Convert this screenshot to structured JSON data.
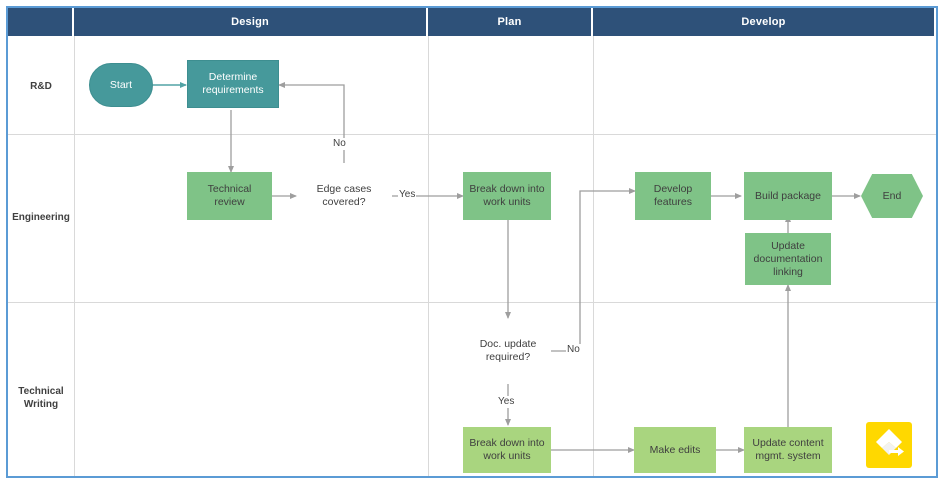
{
  "diagram": {
    "type": "swimlane-flowchart",
    "title": "Documentation workflow swimlane diagram",
    "colors": {
      "frame_border": "#5b9bd5",
      "header_band": "#2e5179",
      "header_text": "#ffffff",
      "lane_line": "#d9d9d9",
      "teal_node": "#46999b",
      "green_node": "#7fc387",
      "light_green_node": "#a9d57f",
      "connector": "#9e9e9e",
      "badge_yellow": "#ffd800"
    }
  },
  "header": {
    "corner_label": "",
    "columns": [
      {
        "label": "Design"
      },
      {
        "label": "Plan"
      },
      {
        "label": "Develop"
      }
    ]
  },
  "lanes": [
    {
      "label": "R&D"
    },
    {
      "label": "Engineering"
    },
    {
      "label": "Technical\nWriting",
      "line1": "Technical",
      "line2": "Writing"
    }
  ],
  "nodes": [
    {
      "id": "start",
      "label": "Start",
      "shape": "rounded",
      "lane": "R&D",
      "column": "Design"
    },
    {
      "id": "determine",
      "label": "Determine requirements",
      "shape": "rectangle",
      "lane": "R&D",
      "column": "Design"
    },
    {
      "id": "techreview",
      "label": "Technical review",
      "shape": "rectangle",
      "lane": "Engineering",
      "column": "Design"
    },
    {
      "id": "edgecases",
      "label": "Edge cases covered?",
      "shape": "diamond",
      "lane": "Engineering",
      "column": "Design"
    },
    {
      "id": "breakdown1",
      "label": "Break down into work units",
      "shape": "rectangle",
      "lane": "Engineering",
      "column": "Plan"
    },
    {
      "id": "developfeat",
      "label": "Develop features",
      "shape": "rectangle",
      "lane": "Engineering",
      "column": "Develop"
    },
    {
      "id": "buildpkg",
      "label": "Build package",
      "shape": "rectangle",
      "lane": "Engineering",
      "column": "Develop"
    },
    {
      "id": "end",
      "label": "End",
      "shape": "hexagon",
      "lane": "Engineering",
      "column": "Develop"
    },
    {
      "id": "updatedoc",
      "label": "Update documentation linking",
      "shape": "rectangle",
      "lane": "Engineering",
      "column": "Develop"
    },
    {
      "id": "docupdate",
      "label": "Doc. update required?",
      "shape": "diamond",
      "lane": "Technical Writing",
      "column": "Plan"
    },
    {
      "id": "breakdown2",
      "label": "Break down into work units",
      "shape": "rectangle",
      "lane": "Technical Writing",
      "column": "Plan"
    },
    {
      "id": "makeedits",
      "label": "Make edits",
      "shape": "rectangle",
      "lane": "Technical Writing",
      "column": "Develop"
    },
    {
      "id": "updatecms",
      "label": "Update content mgmt. system",
      "shape": "rectangle",
      "lane": "Technical Writing",
      "column": "Develop"
    }
  ],
  "node_text": {
    "start": "Start",
    "determine_l1": "Determine",
    "determine_l2": "requirements",
    "techreview_l1": "Technical",
    "techreview_l2": "review",
    "edgecases": "Edge cases covered?",
    "breakdown1_l1": "Break down into",
    "breakdown1_l2": "work units",
    "developfeat_l1": "Develop",
    "developfeat_l2": "features",
    "buildpkg": "Build package",
    "end": "End",
    "updatedoc_l1": "Update",
    "updatedoc_l2": "documentation",
    "updatedoc_l3": "linking",
    "docupdate": "Doc. update required?",
    "breakdown2_l1": "Break down into",
    "breakdown2_l2": "work units",
    "makeedits": "Make edits",
    "updatecms_l1": "Update content",
    "updatecms_l2": "mgmt. system"
  },
  "edges": [
    {
      "from": "start",
      "to": "determine",
      "label": ""
    },
    {
      "from": "determine",
      "to": "techreview",
      "label": ""
    },
    {
      "from": "techreview",
      "to": "edgecases",
      "label": ""
    },
    {
      "from": "edgecases",
      "to": "determine",
      "label": "No"
    },
    {
      "from": "edgecases",
      "to": "breakdown1",
      "label": "Yes"
    },
    {
      "from": "breakdown1",
      "to": "docupdate",
      "label": ""
    },
    {
      "from": "docupdate",
      "to": "developfeat",
      "label": "No"
    },
    {
      "from": "docupdate",
      "to": "breakdown2",
      "label": "Yes"
    },
    {
      "from": "developfeat",
      "to": "buildpkg",
      "label": ""
    },
    {
      "from": "buildpkg",
      "to": "end",
      "label": ""
    },
    {
      "from": "updatedoc",
      "to": "buildpkg",
      "label": ""
    },
    {
      "from": "breakdown2",
      "to": "makeedits",
      "label": ""
    },
    {
      "from": "makeedits",
      "to": "updatecms",
      "label": ""
    },
    {
      "from": "updatecms",
      "to": "updatedoc",
      "label": ""
    }
  ],
  "edge_labels": {
    "no_edge_cases": "No",
    "yes_edge_cases": "Yes",
    "no_doc_update": "No",
    "yes_doc_update": "Yes"
  },
  "badge": {
    "name": "lucid-export-badge",
    "glyph": "diamond-arrow"
  }
}
